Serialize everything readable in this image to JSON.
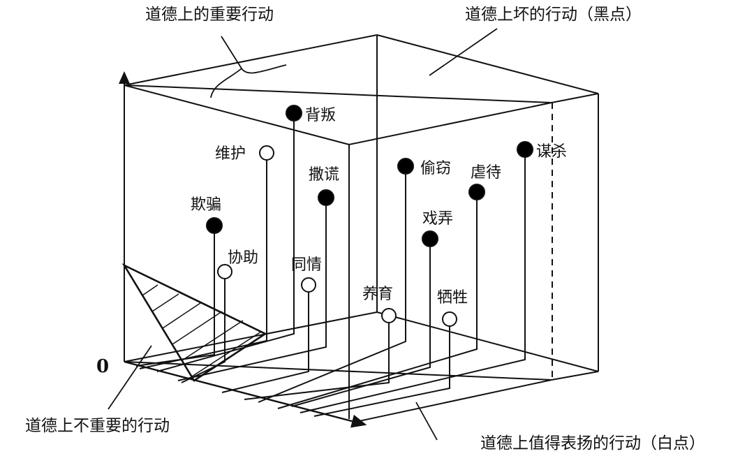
{
  "title": "",
  "colors": {
    "ink": "#111111",
    "background": "#ffffff",
    "bad_dot": "#000000",
    "good_dot": "#ffffff"
  },
  "axis": {
    "origin_label": "0"
  },
  "callouts": {
    "important": "道德上的重要行动",
    "bad": "道德上坏的行动（黑点）",
    "unimportant": "道德上不重要的行动",
    "praiseworthy": "道德上值得表扬的行动（白点）"
  },
  "actions": [
    {
      "id": "betrayal",
      "label": "背叛",
      "type": "bad"
    },
    {
      "id": "maintain",
      "label": "维护",
      "type": "good"
    },
    {
      "id": "lying",
      "label": "撒谎",
      "type": "bad"
    },
    {
      "id": "deceive",
      "label": "欺骗",
      "type": "bad"
    },
    {
      "id": "assist",
      "label": "协助",
      "type": "good"
    },
    {
      "id": "sympathy",
      "label": "同情",
      "type": "good"
    },
    {
      "id": "steal",
      "label": "偷窃",
      "type": "bad"
    },
    {
      "id": "abuse",
      "label": "虐待",
      "type": "bad"
    },
    {
      "id": "murder",
      "label": "谋杀",
      "type": "bad"
    },
    {
      "id": "tease",
      "label": "戏弄",
      "type": "bad"
    },
    {
      "id": "nurture",
      "label": "养育",
      "type": "good"
    },
    {
      "id": "sacrifice",
      "label": "牺牲",
      "type": "good"
    }
  ]
}
